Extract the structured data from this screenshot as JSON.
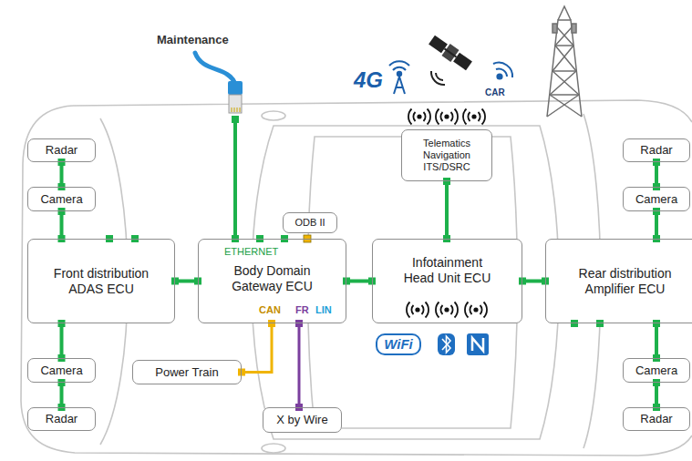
{
  "diagram": {
    "nodes": [
      {
        "text": [
          "Radar"
        ]
      },
      {
        "text": [
          "Camera"
        ]
      },
      {
        "text": [
          "Radar"
        ]
      },
      {
        "text": [
          "Camera"
        ]
      },
      {
        "text": [
          "Telematics Navigation ITS/DSRC"
        ]
      },
      {
        "text": [
          "ODB II"
        ]
      },
      {
        "text": [
          "Front distribution ADAS ECU"
        ]
      },
      {
        "text": [
          "ETHERNET",
          "Body Domain Gateway ECU",
          "CAN",
          "FR",
          "LIN"
        ]
      },
      {
        "text": [
          "Infotainment Head Unit ECU"
        ]
      },
      {
        "text": [
          "Rear distribution Amplifier ECU"
        ]
      },
      {
        "text": [
          "Camera"
        ]
      },
      {
        "text": [
          "Power Train"
        ]
      },
      {
        "text": [
          "Camera"
        ]
      },
      {
        "text": [
          "Radar"
        ]
      },
      {
        "text": [
          "X by Wire"
        ]
      },
      {
        "text": [
          "Radar"
        ]
      }
    ],
    "edges": [
      {
        "from": 0,
        "to": 1,
        "arrow": "none"
      },
      {
        "from": 1,
        "to": 6,
        "arrow": "none"
      },
      {
        "from": 6,
        "to": 10,
        "arrow": "none"
      },
      {
        "from": 10,
        "to": 13,
        "arrow": "none"
      },
      {
        "from": 6,
        "to": 7,
        "arrow": "none"
      },
      {
        "from": 7,
        "to": 8,
        "arrow": "none"
      },
      {
        "from": 8,
        "to": 9,
        "arrow": "none"
      },
      {
        "from": 8,
        "to": 4,
        "arrow": "none"
      },
      {
        "from": 2,
        "to": 3,
        "arrow": "none"
      },
      {
        "from": 3,
        "to": 9,
        "arrow": "none"
      },
      {
        "from": 9,
        "to": 12,
        "arrow": "none"
      },
      {
        "from": 12,
        "to": 15,
        "arrow": "none"
      },
      {
        "from": 7,
        "to": 11,
        "arrow": "none"
      },
      {
        "from": 7,
        "to": 14,
        "arrow": "none"
      }
    ],
    "labels": [
      "Maintenance",
      "4G",
      "CAR",
      "WiFi"
    ]
  }
}
